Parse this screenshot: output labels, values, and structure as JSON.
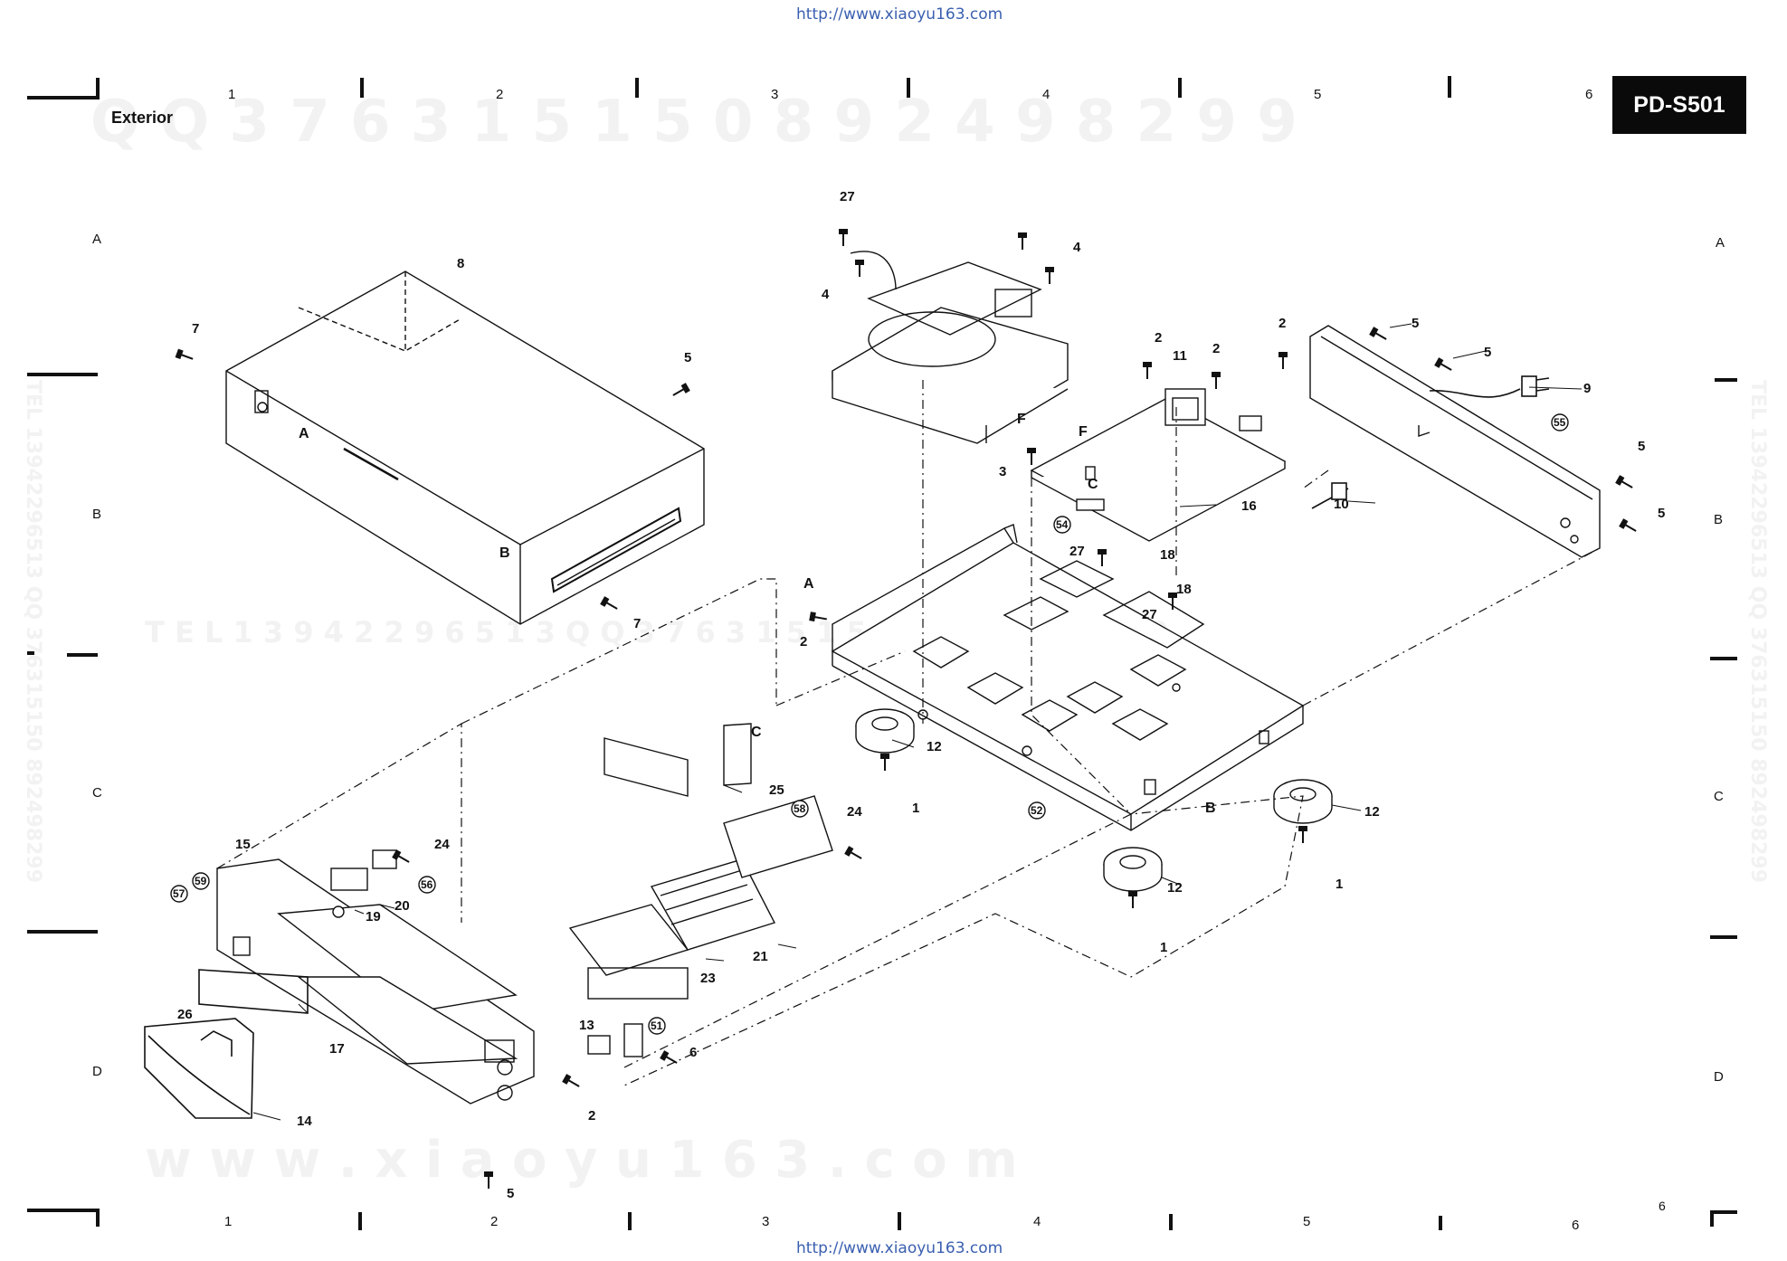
{
  "header": {
    "url_top": "http://www.xiaoyu163.com",
    "url_bottom": "http://www.xiaoyu163.com",
    "section_title": "Exterior",
    "model": "PD-S501",
    "page_number": "6"
  },
  "watermarks": {
    "top": "Q Q   3 7 6 3 1 5 1 5 0       8 9 2 4 9 8 2 9 9",
    "middle": "T E L   1 3 9 4 2 2 9 6 5 1 3       Q Q   3 7 6 3 1 5 1 5 0       8 9 2 4 9 8 2 9 9",
    "bottom": "w w w . x i a o y u 1 6 3 . c o m",
    "left_vertical": "TEL 13942296513 QQ 376315150 892498299",
    "right_vertical": "TEL 13942296513 QQ 376315150 892498299"
  },
  "grid": {
    "columns": [
      "1",
      "2",
      "3",
      "4",
      "5",
      "6"
    ],
    "rows": [
      "A",
      "B",
      "C",
      "D"
    ]
  },
  "callouts": {
    "c1": "1",
    "c2": "2",
    "c3": "3",
    "c4": "4",
    "c5": "5",
    "c6": "6",
    "c7": "7",
    "c8": "8",
    "c9": "9",
    "c10": "10",
    "c11": "11",
    "c12": "12",
    "c13": "13",
    "c14": "14",
    "c15": "15",
    "c16": "16",
    "c17": "17",
    "c18": "18",
    "c19": "19",
    "c20": "20",
    "c21": "21",
    "c23": "23",
    "c24": "24",
    "c25": "25",
    "c26": "26",
    "c27": "27",
    "c51": "51",
    "c52": "52",
    "c54": "54",
    "c55": "55",
    "c56": "56",
    "c57": "57",
    "c58": "58",
    "c59": "59",
    "refA": "A",
    "refB": "B",
    "refC": "C",
    "refF": "F"
  },
  "colors": {
    "ink": "#111111",
    "watermark": "#f2f2f2",
    "url": "#3a5fb0",
    "badge": "#0a0a0a"
  }
}
